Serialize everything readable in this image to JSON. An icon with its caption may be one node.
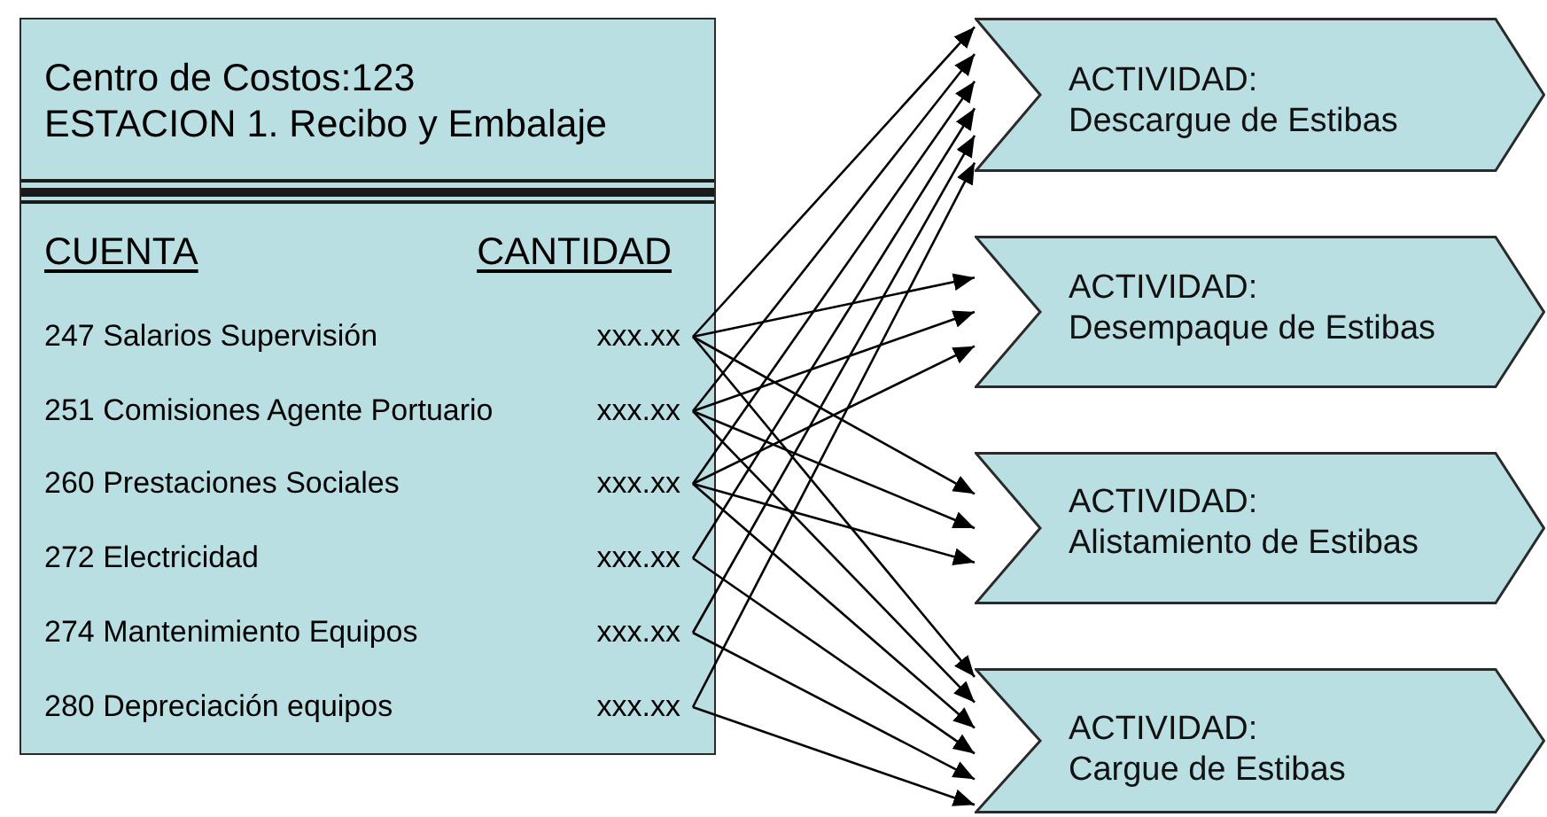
{
  "diagram": {
    "nodes": [
      {
        "text": [
          "Centro de Costos:123",
          "ESTACION 1. Recibo y Embalaje",
          "CUENTA",
          "CANTIDAD"
        ]
      },
      {
        "text": [
          "247 Salarios Supervisión",
          "xxx.xx"
        ],
        "in": 0
      },
      {
        "text": [
          "251 Comisiones Agente Portuario",
          "xxx.xx"
        ],
        "in": 0
      },
      {
        "text": [
          "260 Prestaciones Sociales",
          "xxx.xx"
        ],
        "in": 0
      },
      {
        "text": [
          "272 Electricidad",
          "xxx.xx"
        ],
        "in": 0
      },
      {
        "text": [
          "274 Mantenimiento Equipos",
          "xxx.xx"
        ],
        "in": 0
      },
      {
        "text": [
          "280 Depreciación equipos",
          "xxx.xx"
        ],
        "in": 0
      },
      {
        "text": [
          "ACTIVIDAD:",
          "Descargue de Estibas"
        ]
      },
      {
        "text": [
          "ACTIVIDAD:",
          "Desempaque de Estibas"
        ]
      },
      {
        "text": [
          "ACTIVIDAD:",
          "Alistamiento de Estibas"
        ]
      },
      {
        "text": [
          "ACTIVIDAD:",
          "Cargue de Estibas"
        ]
      }
    ],
    "edges": [
      {
        "from": 1,
        "to": 7,
        "arrow": "to"
      },
      {
        "from": 1,
        "to": 8,
        "arrow": "to"
      },
      {
        "from": 1,
        "to": 9,
        "arrow": "to"
      },
      {
        "from": 1,
        "to": 10,
        "arrow": "to"
      },
      {
        "from": 2,
        "to": 7,
        "arrow": "to"
      },
      {
        "from": 2,
        "to": 8,
        "arrow": "to"
      },
      {
        "from": 2,
        "to": 9,
        "arrow": "to"
      },
      {
        "from": 2,
        "to": 10,
        "arrow": "to"
      },
      {
        "from": 3,
        "to": 7,
        "arrow": "to"
      },
      {
        "from": 3,
        "to": 8,
        "arrow": "to"
      },
      {
        "from": 3,
        "to": 9,
        "arrow": "to"
      },
      {
        "from": 3,
        "to": 10,
        "arrow": "to"
      },
      {
        "from": 4,
        "to": 7,
        "arrow": "to"
      },
      {
        "from": 4,
        "to": 10,
        "arrow": "to"
      },
      {
        "from": 5,
        "to": 7,
        "arrow": "to"
      },
      {
        "from": 5,
        "to": 10,
        "arrow": "to"
      },
      {
        "from": 6,
        "to": 7,
        "arrow": "to"
      },
      {
        "from": 6,
        "to": 10,
        "arrow": "to"
      }
    ]
  }
}
